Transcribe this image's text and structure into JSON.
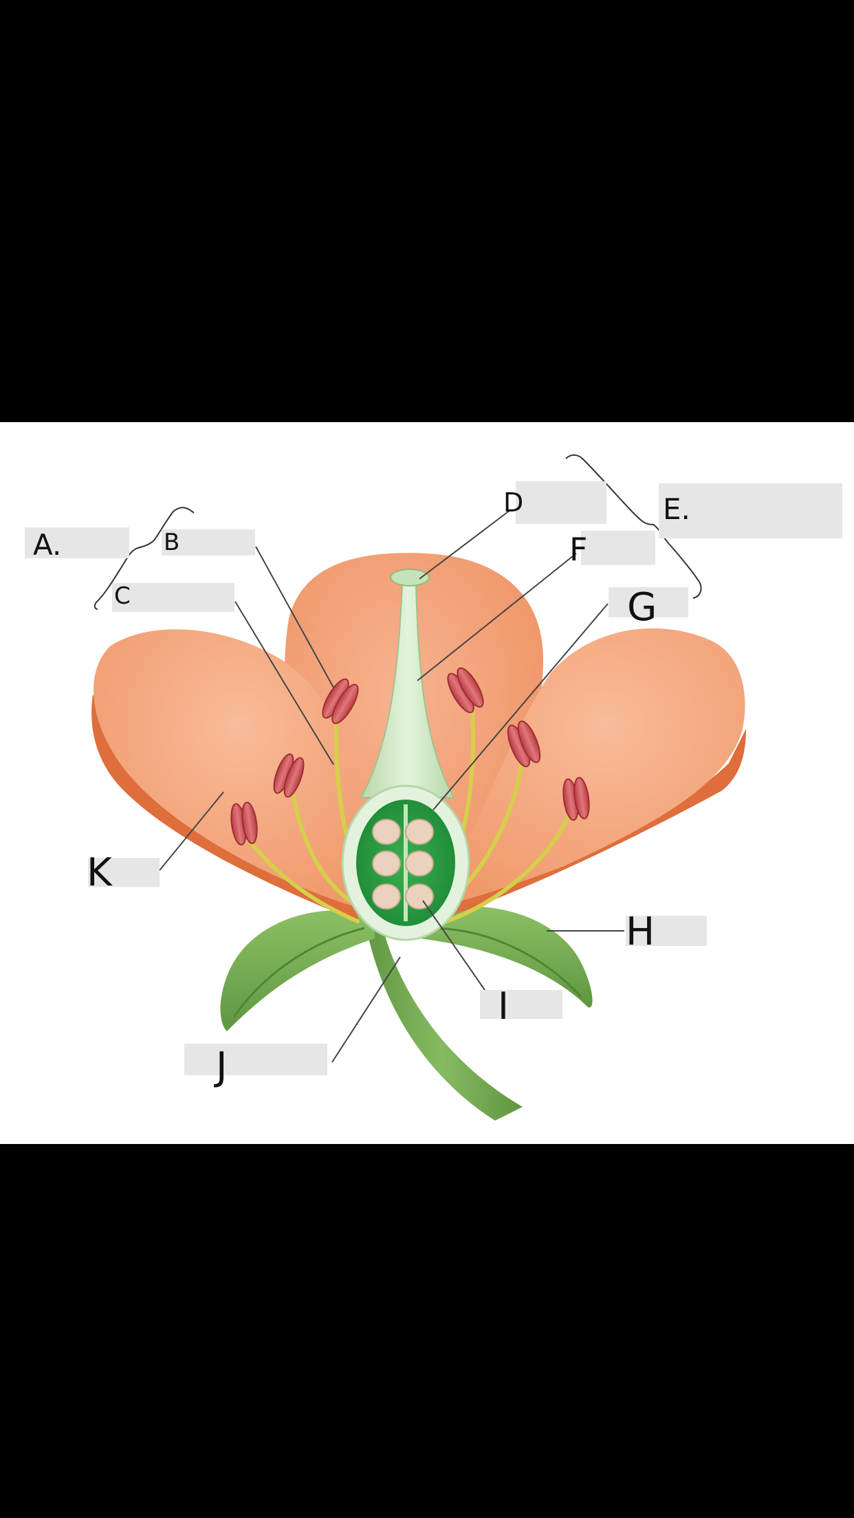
{
  "colors": {
    "background": "#000000",
    "panel": "#ffffff",
    "petal": "#f5a27a",
    "petal_shadow": "#e0703e",
    "leaf": "#74a84e",
    "stem": "#6ea34c",
    "style": "#cfe6c4",
    "ovary_outer": "#e2f2dc",
    "ovary_inner": "#2f9e45",
    "ovule": "#ead2bf",
    "anther": "#c8484d",
    "filament": "#d6cf4a",
    "label_box": "#e6e6e6",
    "leader_line": "#333333"
  },
  "labels": {
    "a": "A.",
    "b": "B",
    "c": "C",
    "d": "D",
    "e": "E.",
    "f": "F",
    "g": "G",
    "h": "H",
    "i": "I",
    "j": "J",
    "k": "K"
  }
}
